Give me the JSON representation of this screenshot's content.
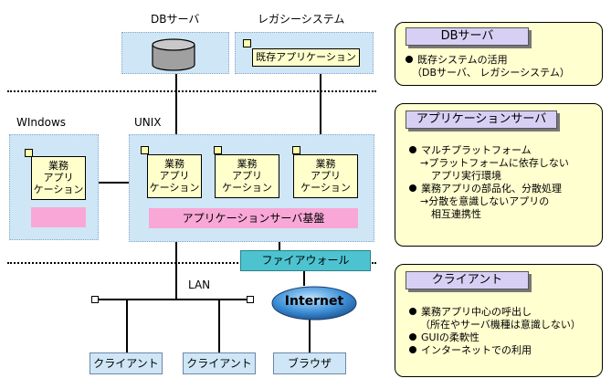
{
  "tiers": {
    "db_label": "DBサーバ",
    "legacy_label": "レガシーシステム",
    "legacy_app": "既存アプリケーション",
    "windows_label": "WIndows",
    "unix_label": "UNIX"
  },
  "business_app": {
    "line1": "業務",
    "line2": "アプリ",
    "line3": "ケーション"
  },
  "app_server_base": "アプリケーションサーバ基盤",
  "firewall": "ファイアウォール",
  "lan": "LAN",
  "internet": "Internet",
  "clients": [
    "クライアント",
    "クライアント",
    "ブラウザ"
  ],
  "info_panels": {
    "db": {
      "title": "DBサーバ",
      "lines": [
        "既存システムの活用",
        "（DBサーバ、 レガシーシステム）"
      ]
    },
    "appserver": {
      "title": "アプリケーションサーバ",
      "lines": [
        "マルチプラットフォーム",
        "→プラットフォームに依存しない",
        "アプリ実行環境",
        "業務アプリの部品化、分散処理",
        "→分散を意識しないアプリの",
        "相互連携性"
      ]
    },
    "client": {
      "title": "クライアント",
      "lines": [
        "業務アプリ中心の呼出し",
        "（所在やサーバ機種は意識しない）",
        "GUIの柔軟性",
        "インターネットでの利用"
      ]
    }
  }
}
